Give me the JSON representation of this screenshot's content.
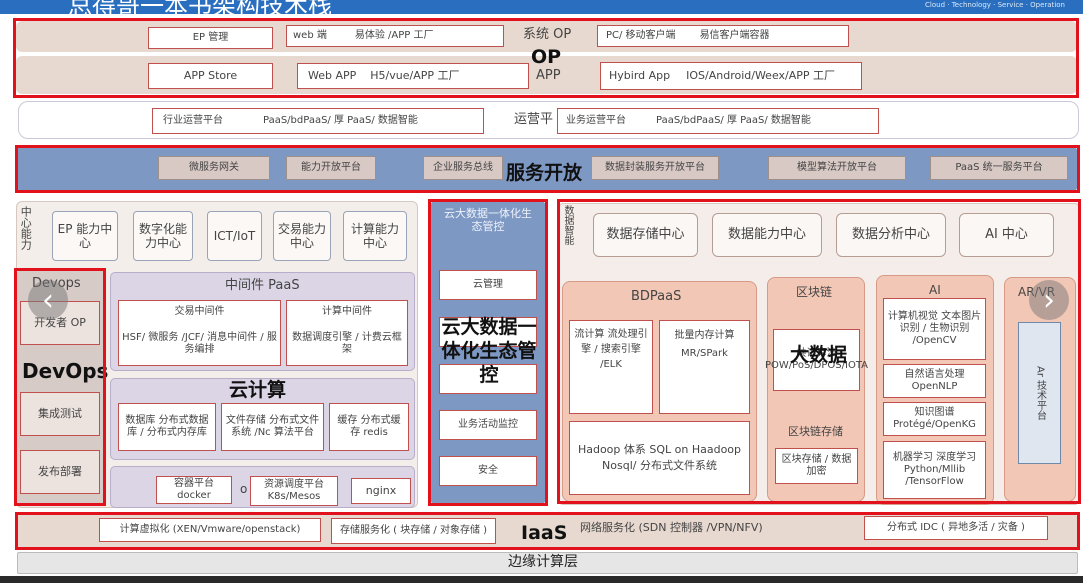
{
  "header": {
    "title": "总得哥一本书架构技术栈",
    "subtitle": "Cloud · Technology · Service · Operation"
  },
  "op": {
    "row1": {
      "ep": "EP 管理",
      "web_end": "web 端",
      "experience": "易体验 /APP 工厂",
      "system_op": "系统 OP",
      "pc_mobile": "PC/ 移动客户端",
      "yixin": "易信客户端容器"
    },
    "row2": {
      "app_store": "APP Store",
      "web_app": "Web APP",
      "h5": "H5/vue/APP 工厂",
      "app": "APP",
      "hybird": "Hybird  App",
      "native": "IOS/Android/Weex/APP 工厂"
    },
    "big_label": "OP"
  },
  "ops_row": {
    "industry": "行业运营平台",
    "paas1": "PaaS/bdPaaS/ 厚 PaaS/ 数据智能",
    "yunying": "运营平",
    "business": "业务运营平台",
    "paas2": "PaaS/bdPaaS/ 厚 PaaS/ 数据智能"
  },
  "service_open": {
    "items": [
      "微服务网关",
      "能力开放平台",
      "企业服务总线",
      "数据封装服务开放平台",
      "模型算法开放平台",
      "PaaS 统一服务平台"
    ],
    "big_label": "服务开放"
  },
  "capability": {
    "vertical_label": "中心能力",
    "items": [
      "EP 能力中心",
      "数字化能力中心",
      "ICT/IoT",
      "交易能力中心",
      "计算能力中心"
    ]
  },
  "devops": {
    "title": "Devops",
    "items": [
      "开发者 OP",
      "集成测试",
      "发布部署"
    ],
    "big_label": "DevOps"
  },
  "middleware": {
    "title": "中间件 PaaS",
    "trade_title": "交易中间件",
    "trade_text": "HSF/ 微服务 /JCF/ 消息中间件 / 服务编排",
    "compute_title": "计算中间件",
    "compute_text": "数据调度引擎 / 计费云框架"
  },
  "cloud_compute": {
    "big_label": "云计算",
    "db": "数据库 分布式数据库 / 分布式内存库",
    "file": "文件存储 分布式文件系统 /Nc 算法平台",
    "cache": "缓存 分布式缓存 redis",
    "container": "容器平台 docker",
    "o_char": "o",
    "scheduling": "资源调度平台 K8s/Mesos",
    "nginx": "nginx"
  },
  "bigdata_eco": {
    "title": "云大数据一体化生态管控",
    "items": [
      "云管理",
      "业务活动监控",
      "安全"
    ],
    "big_label": "云大数据一体化生态管控"
  },
  "data_layer": {
    "vertical_label": "数据智能",
    "centers": [
      "数据存储中心",
      "数据能力中心",
      "数据分析中心",
      "AI 中心"
    ],
    "big_label": "大数据"
  },
  "bdpaas": {
    "title": "BDPaaS",
    "stream": "流计算 流处理引擎 / 搜索引擎 /ELK",
    "batch": "批量内存计算 MR/SPark",
    "hadoop": "Hadoop 体系 SQL on Haadoop Nosql/ 分布式文件系统"
  },
  "blockchain": {
    "title": "区块链",
    "consensus": "共识算法 POW/PoS/DPOS/IOTA",
    "storage_title": "区块链存储",
    "storage": "区块存储 / 数据加密"
  },
  "ai": {
    "title": "AI",
    "cv": "计算机视觉 文本图片识别 / 生物识别 /OpenCV",
    "nlp": "自然语言处理 OpenNLP",
    "kg": "知识图谱 Protégé/OpenKG",
    "ml": "机器学习 深度学习 Python/Mllib /TensorFlow"
  },
  "arvr": {
    "title": "AR/VR",
    "platform": "Ar 技术平台"
  },
  "iaas": {
    "compute": "计算虚拟化 (XEN/Vmware/openstack)",
    "storage": "存储服务化 ( 块存储 / 对象存储 )",
    "big_label": "IaaS",
    "network": "网络服务化 (SDN 控制器 /VPN/NFV)",
    "idc": "分布式 IDC ( 异地多活 / 灾备 )"
  },
  "edge": {
    "label": "边缘计算层"
  },
  "nav": {
    "prev": "‹",
    "next": "›"
  }
}
